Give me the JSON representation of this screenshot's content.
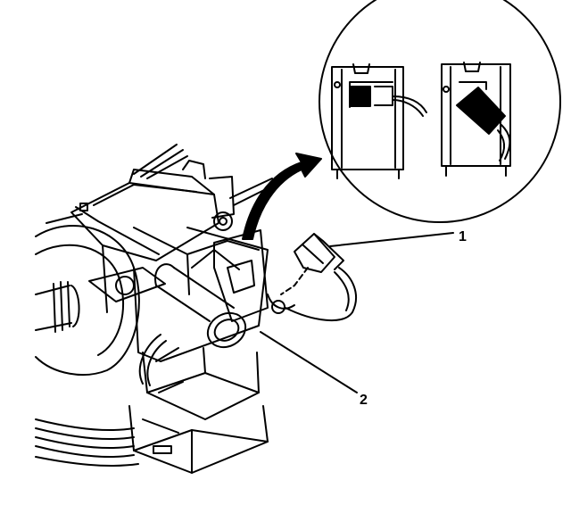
{
  "callouts": [
    {
      "id": "1",
      "text": "1"
    },
    {
      "id": "2",
      "text": "2"
    }
  ],
  "colors": {
    "ink": "#000000",
    "paper": "#ffffff"
  }
}
